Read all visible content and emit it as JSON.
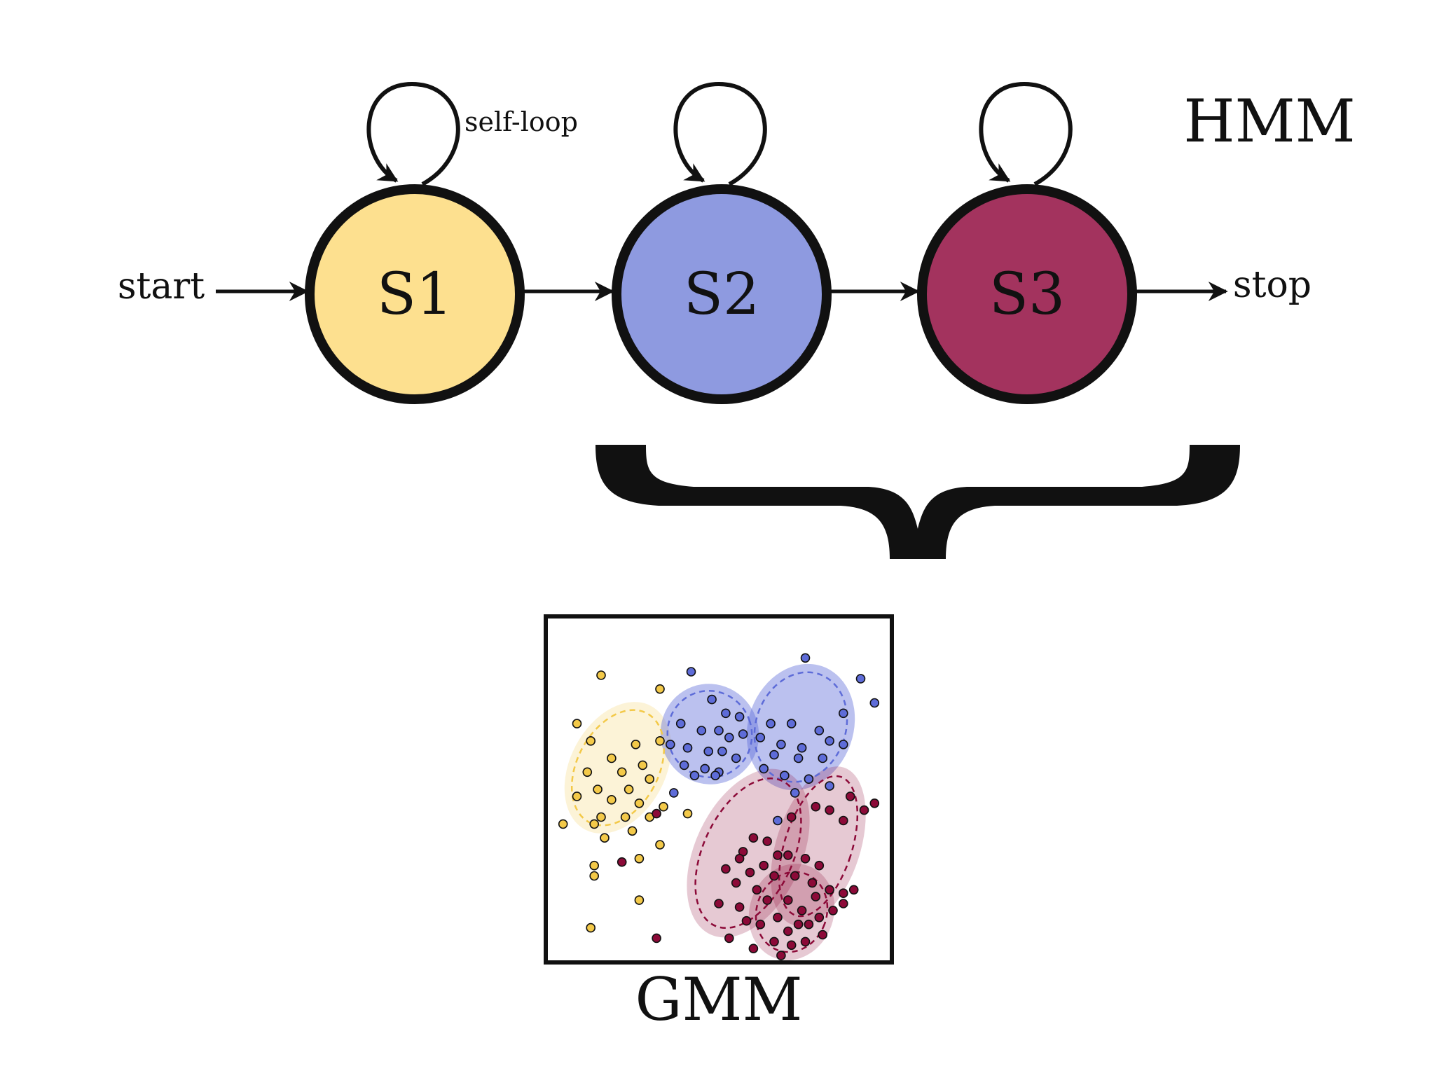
{
  "labels": {
    "hmm": "HMM",
    "gmm": "GMM",
    "start": "start",
    "stop": "stop",
    "self_loop": "self-loop"
  },
  "states": [
    {
      "id": "s1",
      "label": "S1",
      "color": "#FDE08F"
    },
    {
      "id": "s2",
      "label": "S2",
      "color": "#8E9AE0"
    },
    {
      "id": "s3",
      "label": "S3",
      "color": "#A3335E"
    }
  ],
  "colors": {
    "stroke": "#111111",
    "cluster_yellow": "#F3C949",
    "cluster_blue": "#5E6CD8",
    "cluster_red": "#8C0A38"
  },
  "gmm_points": {
    "yellow": [
      [
        0.16,
        0.17
      ],
      [
        0.33,
        0.21
      ],
      [
        0.09,
        0.31
      ],
      [
        0.13,
        0.36
      ],
      [
        0.26,
        0.37
      ],
      [
        0.33,
        0.36
      ],
      [
        0.19,
        0.41
      ],
      [
        0.28,
        0.43
      ],
      [
        0.12,
        0.45
      ],
      [
        0.22,
        0.45
      ],
      [
        0.3,
        0.47
      ],
      [
        0.15,
        0.5
      ],
      [
        0.24,
        0.5
      ],
      [
        0.09,
        0.52
      ],
      [
        0.19,
        0.53
      ],
      [
        0.27,
        0.54
      ],
      [
        0.34,
        0.55
      ],
      [
        0.16,
        0.58
      ],
      [
        0.23,
        0.58
      ],
      [
        0.05,
        0.6
      ],
      [
        0.14,
        0.6
      ],
      [
        0.3,
        0.58
      ],
      [
        0.25,
        0.62
      ],
      [
        0.17,
        0.64
      ],
      [
        0.33,
        0.66
      ],
      [
        0.27,
        0.7
      ],
      [
        0.14,
        0.72
      ],
      [
        0.14,
        0.75
      ],
      [
        0.27,
        0.82
      ],
      [
        0.41,
        0.57
      ],
      [
        0.13,
        0.9
      ]
    ],
    "blue": [
      [
        0.42,
        0.16
      ],
      [
        0.75,
        0.12
      ],
      [
        0.48,
        0.24
      ],
      [
        0.52,
        0.28
      ],
      [
        0.56,
        0.29
      ],
      [
        0.39,
        0.31
      ],
      [
        0.45,
        0.33
      ],
      [
        0.5,
        0.33
      ],
      [
        0.53,
        0.35
      ],
      [
        0.57,
        0.34
      ],
      [
        0.36,
        0.37
      ],
      [
        0.41,
        0.38
      ],
      [
        0.47,
        0.39
      ],
      [
        0.51,
        0.39
      ],
      [
        0.55,
        0.41
      ],
      [
        0.4,
        0.43
      ],
      [
        0.46,
        0.44
      ],
      [
        0.5,
        0.45
      ],
      [
        0.43,
        0.46
      ],
      [
        0.37,
        0.51
      ],
      [
        0.49,
        0.46
      ],
      [
        0.65,
        0.31
      ],
      [
        0.71,
        0.31
      ],
      [
        0.79,
        0.33
      ],
      [
        0.62,
        0.35
      ],
      [
        0.68,
        0.37
      ],
      [
        0.74,
        0.38
      ],
      [
        0.82,
        0.36
      ],
      [
        0.86,
        0.37
      ],
      [
        0.66,
        0.4
      ],
      [
        0.73,
        0.41
      ],
      [
        0.8,
        0.41
      ],
      [
        0.63,
        0.44
      ],
      [
        0.69,
        0.46
      ],
      [
        0.76,
        0.47
      ],
      [
        0.82,
        0.49
      ],
      [
        0.72,
        0.51
      ],
      [
        0.86,
        0.28
      ],
      [
        0.91,
        0.18
      ],
      [
        0.67,
        0.59
      ],
      [
        0.95,
        0.25
      ]
    ],
    "red": [
      [
        0.88,
        0.52
      ],
      [
        0.95,
        0.54
      ],
      [
        0.71,
        0.58
      ],
      [
        0.78,
        0.55
      ],
      [
        0.82,
        0.56
      ],
      [
        0.86,
        0.59
      ],
      [
        0.92,
        0.56
      ],
      [
        0.57,
        0.68
      ],
      [
        0.6,
        0.64
      ],
      [
        0.64,
        0.65
      ],
      [
        0.67,
        0.69
      ],
      [
        0.7,
        0.69
      ],
      [
        0.75,
        0.7
      ],
      [
        0.79,
        0.72
      ],
      [
        0.56,
        0.7
      ],
      [
        0.59,
        0.74
      ],
      [
        0.63,
        0.72
      ],
      [
        0.66,
        0.75
      ],
      [
        0.72,
        0.75
      ],
      [
        0.77,
        0.77
      ],
      [
        0.52,
        0.73
      ],
      [
        0.55,
        0.77
      ],
      [
        0.61,
        0.79
      ],
      [
        0.64,
        0.82
      ],
      [
        0.7,
        0.82
      ],
      [
        0.74,
        0.85
      ],
      [
        0.78,
        0.81
      ],
      [
        0.82,
        0.79
      ],
      [
        0.86,
        0.8
      ],
      [
        0.89,
        0.79
      ],
      [
        0.5,
        0.83
      ],
      [
        0.56,
        0.84
      ],
      [
        0.58,
        0.88
      ],
      [
        0.62,
        0.89
      ],
      [
        0.67,
        0.87
      ],
      [
        0.7,
        0.91
      ],
      [
        0.73,
        0.89
      ],
      [
        0.76,
        0.89
      ],
      [
        0.79,
        0.87
      ],
      [
        0.83,
        0.85
      ],
      [
        0.86,
        0.83
      ],
      [
        0.66,
        0.94
      ],
      [
        0.71,
        0.95
      ],
      [
        0.75,
        0.94
      ],
      [
        0.8,
        0.92
      ],
      [
        0.53,
        0.93
      ],
      [
        0.6,
        0.96
      ],
      [
        0.68,
        0.98
      ],
      [
        0.32,
        0.57
      ],
      [
        0.22,
        0.71
      ],
      [
        0.32,
        0.93
      ]
    ]
  }
}
